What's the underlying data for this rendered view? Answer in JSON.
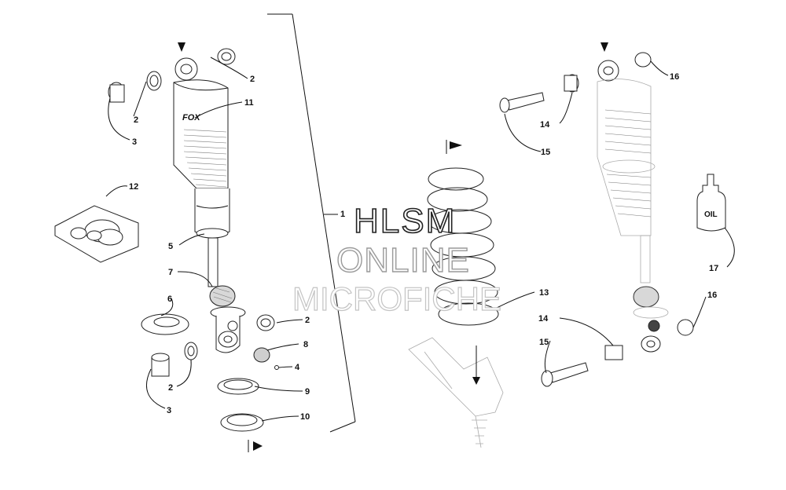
{
  "callouts": {
    "c1": "1",
    "c2a": "2",
    "c2b": "2",
    "c2c": "2",
    "c2d": "2",
    "c3a": "3",
    "c3b": "3",
    "c4": "4",
    "c5": "5",
    "c6": "6",
    "c7": "7",
    "c8": "8",
    "c9": "9",
    "c10": "10",
    "c11": "11",
    "c12": "12",
    "c13": "13",
    "c14a": "14",
    "c14b": "14",
    "c15a": "15",
    "c15b": "15",
    "c16a": "16",
    "c16b": "16",
    "c17": "17"
  },
  "bottle_label": "OIL",
  "shock_logo": "FOX",
  "watermark": {
    "line1": "HLSM",
    "line2": "ONLINE",
    "line3": "MICROFICHE"
  }
}
